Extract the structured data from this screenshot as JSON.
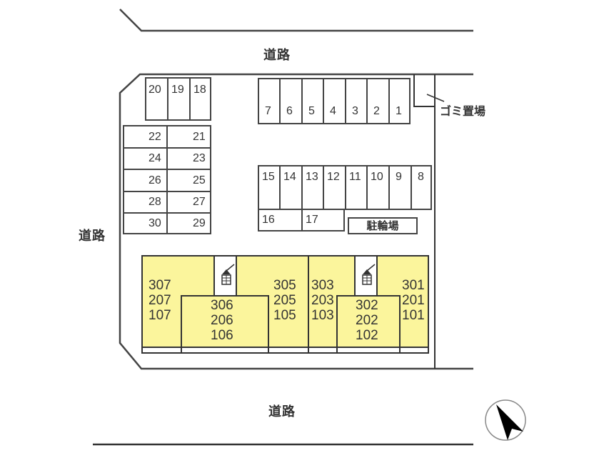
{
  "roads": {
    "north": "道路",
    "west": "道路",
    "south": "道路"
  },
  "parking": {
    "row_top_right": [
      "7",
      "6",
      "5",
      "4",
      "3",
      "2",
      "1"
    ],
    "row_top_left": [
      "20",
      "19",
      "18"
    ],
    "left_pairs": [
      [
        "22",
        "21"
      ],
      [
        "24",
        "23"
      ],
      [
        "26",
        "25"
      ],
      [
        "28",
        "27"
      ],
      [
        "30",
        "29"
      ]
    ],
    "row_middle": [
      "15",
      "14",
      "13",
      "12",
      "11",
      "10",
      "9",
      "8"
    ],
    "row_middle_lower": [
      "16",
      "17"
    ]
  },
  "facilities": {
    "trash_area": "ゴミ置場",
    "bicycle_parking": "駐輪場"
  },
  "building": {
    "color": "#fbf59c",
    "units": [
      {
        "id": "307",
        "lines": [
          "307",
          "207",
          "107"
        ]
      },
      {
        "id": "306",
        "lines": [
          "306",
          "206",
          "106"
        ]
      },
      {
        "id": "305",
        "lines": [
          "305",
          "205",
          "105"
        ]
      },
      {
        "id": "303",
        "lines": [
          "303",
          "203",
          "103"
        ]
      },
      {
        "id": "302",
        "lines": [
          "302",
          "202",
          "102"
        ]
      },
      {
        "id": "301",
        "lines": [
          "301",
          "201",
          "101"
        ]
      }
    ]
  },
  "compass": {
    "icon": "north-arrow-icon"
  }
}
